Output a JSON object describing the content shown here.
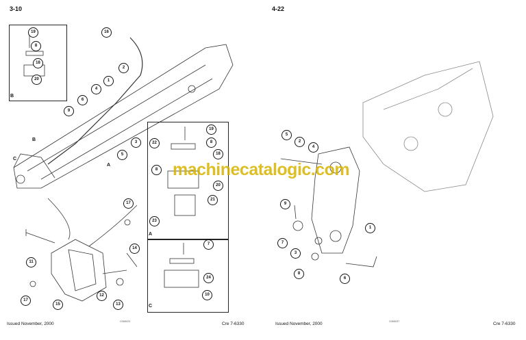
{
  "left_page": {
    "page_number": "3-10",
    "footer_left": "Issued November, 2000",
    "footer_code": "C05/6023",
    "footer_right": "Cre 7-6330",
    "callouts": [
      "19",
      "8",
      "18",
      "20",
      "16",
      "2",
      "1",
      "4",
      "6",
      "9",
      "3",
      "5",
      "19",
      "8",
      "22",
      "18",
      "20",
      "8",
      "21",
      "23",
      "17",
      "7",
      "11",
      "14",
      "24",
      "12",
      "13",
      "15",
      "17",
      "10"
    ],
    "view_labels": [
      "B",
      "B",
      "C",
      "A",
      "A",
      "C"
    ]
  },
  "right_page": {
    "page_number": "4-22",
    "footer_left": "Issued November, 2000",
    "footer_code": "C05/6037",
    "footer_right": "Cre 7-6330",
    "callouts": [
      "5",
      "2",
      "4",
      "9",
      "1",
      "7",
      "3",
      "8",
      "6"
    ]
  },
  "watermark": "machinecatalogic.com"
}
